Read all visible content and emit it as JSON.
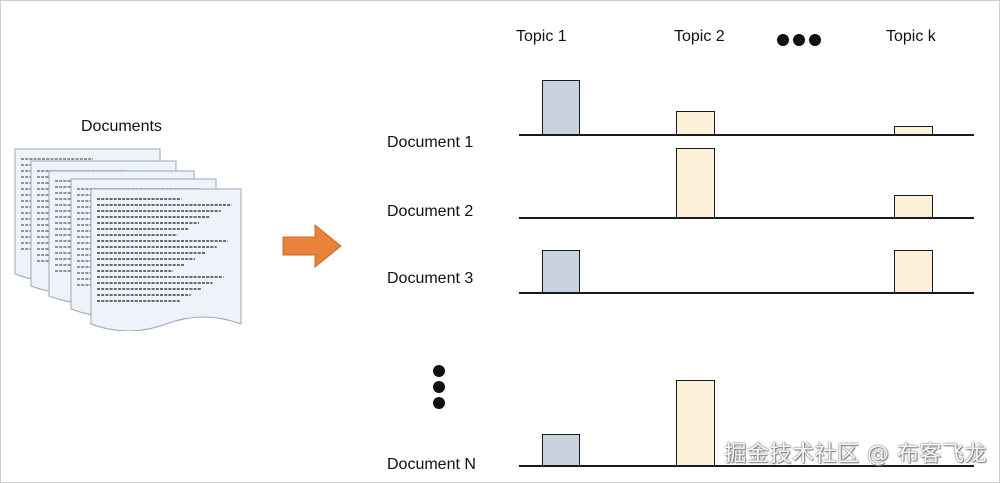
{
  "documents_label": "Documents",
  "topics": [
    "Topic 1",
    "Topic 2",
    "Topic k"
  ],
  "documents": [
    {
      "label": "Document 1",
      "weights": {
        "topic1": 0.64,
        "topic2": 0.28,
        "topick": 0.1
      }
    },
    {
      "label": "Document 2",
      "weights": {
        "topic1": 0.0,
        "topic2": 0.81,
        "topick": 0.27
      }
    },
    {
      "label": "Document 3",
      "weights": {
        "topic1": 0.5,
        "topic2": 0.0,
        "topick": 0.5
      }
    },
    {
      "label": "Document N",
      "weights": {
        "topic1": 0.37,
        "topic2": 1.0,
        "topick": 0.0
      }
    }
  ],
  "colors": {
    "topic1": "#c8d3df",
    "topic2": "#fdf0d8",
    "topick": "#fdf0d8",
    "arrow": "#e9823a",
    "paper": "#eef3fa",
    "paper_border": "#9aa7b8"
  },
  "watermark": "掘金技术社区 @ 布客飞龙"
}
